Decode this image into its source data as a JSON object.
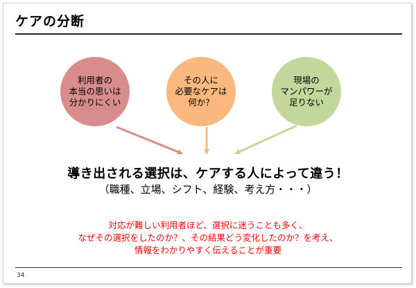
{
  "slide": {
    "title": "ケアの分断",
    "page_number": "34"
  },
  "colors": {
    "circle_left": "#d98c8c",
    "circle_middle": "#f9b97e",
    "circle_right": "#c3d69b",
    "arrow_left": "#d98c8c",
    "arrow_middle": "#f9b97e",
    "arrow_right": "#c3d69b",
    "note_text": "#ff0000"
  },
  "circles": [
    {
      "label": "利用者の\n本当の思いは\n分かりにくい"
    },
    {
      "label": "その人に\n必要なケアは\n何か？"
    },
    {
      "label": "現場の\nマンパワーが\n足りない"
    }
  ],
  "main_message": "導き出される選択は、ケアする人によって違う！",
  "sub_message": "（職種、立場、シフト、経験、考え方・・・）",
  "note_lines": [
    "対応が難しい利用者ほど、選択に迷うことも多く、",
    "なぜその選択をしたのか？、その結果どう変化したのか？を考え、",
    "情報をわかりやすく伝えることが重要"
  ]
}
